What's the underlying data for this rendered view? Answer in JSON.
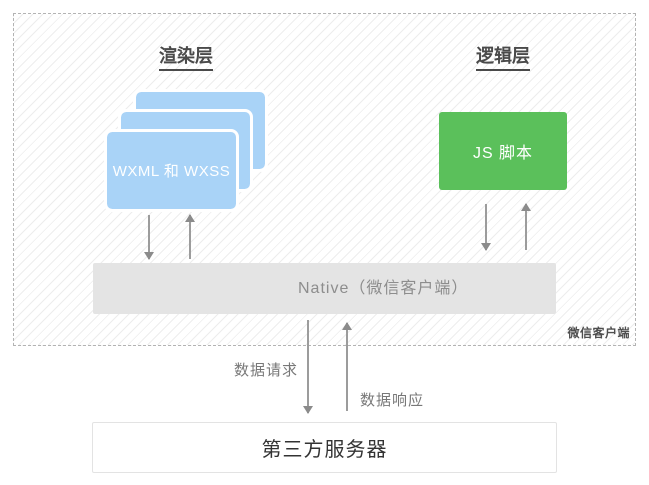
{
  "colors": {
    "render_card_blue": "#a9d3f7",
    "logic_box_green": "#5bc05b",
    "native_bar_gray": "#e4e4e4",
    "arrow_gray": "#9c9c9c",
    "title_dark": "#4a4a4a"
  },
  "diagram": {
    "render_layer": {
      "title": "渲染层",
      "card_label": "WXML 和 WXSS"
    },
    "logic_layer": {
      "title": "逻辑层",
      "box_label": "JS 脚本"
    },
    "native_bar": {
      "label": "Native（微信客户端）"
    },
    "client_region": {
      "corner_label": "微信客户端"
    },
    "data_flow": {
      "request_label": "数据请求",
      "response_label": "数据响应"
    },
    "server": {
      "label": "第三方服务器"
    }
  }
}
